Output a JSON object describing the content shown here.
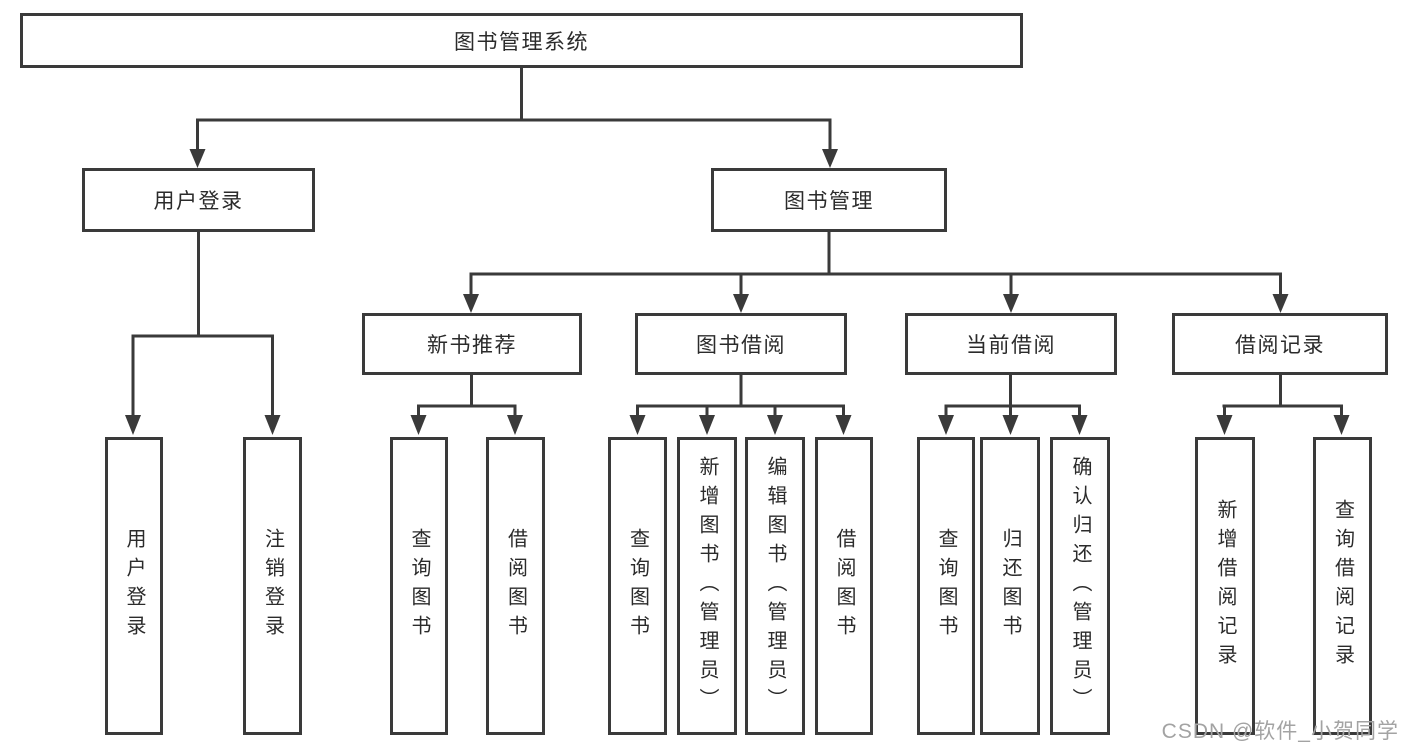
{
  "diagram": {
    "title_note": "library management system functional decomposition diagram",
    "root": {
      "label": "图书管理系统"
    },
    "branches": [
      {
        "label": "用户登录",
        "children": [
          {
            "label": "用户登录"
          },
          {
            "label": "注销登录"
          }
        ]
      },
      {
        "label": "图书管理",
        "children": [
          {
            "label": "新书推荐",
            "children": [
              {
                "label": "查询图书"
              },
              {
                "label": "借阅图书"
              }
            ]
          },
          {
            "label": "图书借阅",
            "children": [
              {
                "label": "查询图书"
              },
              {
                "label": "新增图书（管理员）"
              },
              {
                "label": "编辑图书（管理员）"
              },
              {
                "label": "借阅图书"
              }
            ]
          },
          {
            "label": "当前借阅",
            "children": [
              {
                "label": "查询图书"
              },
              {
                "label": "归还图书"
              },
              {
                "label": "确认归还（管理员）"
              }
            ]
          },
          {
            "label": "借阅记录",
            "children": [
              {
                "label": "新增借阅记录"
              },
              {
                "label": "查询借阅记录"
              }
            ]
          }
        ]
      }
    ]
  },
  "watermark": {
    "text": "CSDN @软件_小贺同学",
    "color": "#a3a3a3"
  },
  "colors": {
    "line": "#3a3a3a",
    "box_border": "#3a3a3a",
    "text": "#2b2b2b",
    "background": "#ffffff"
  }
}
